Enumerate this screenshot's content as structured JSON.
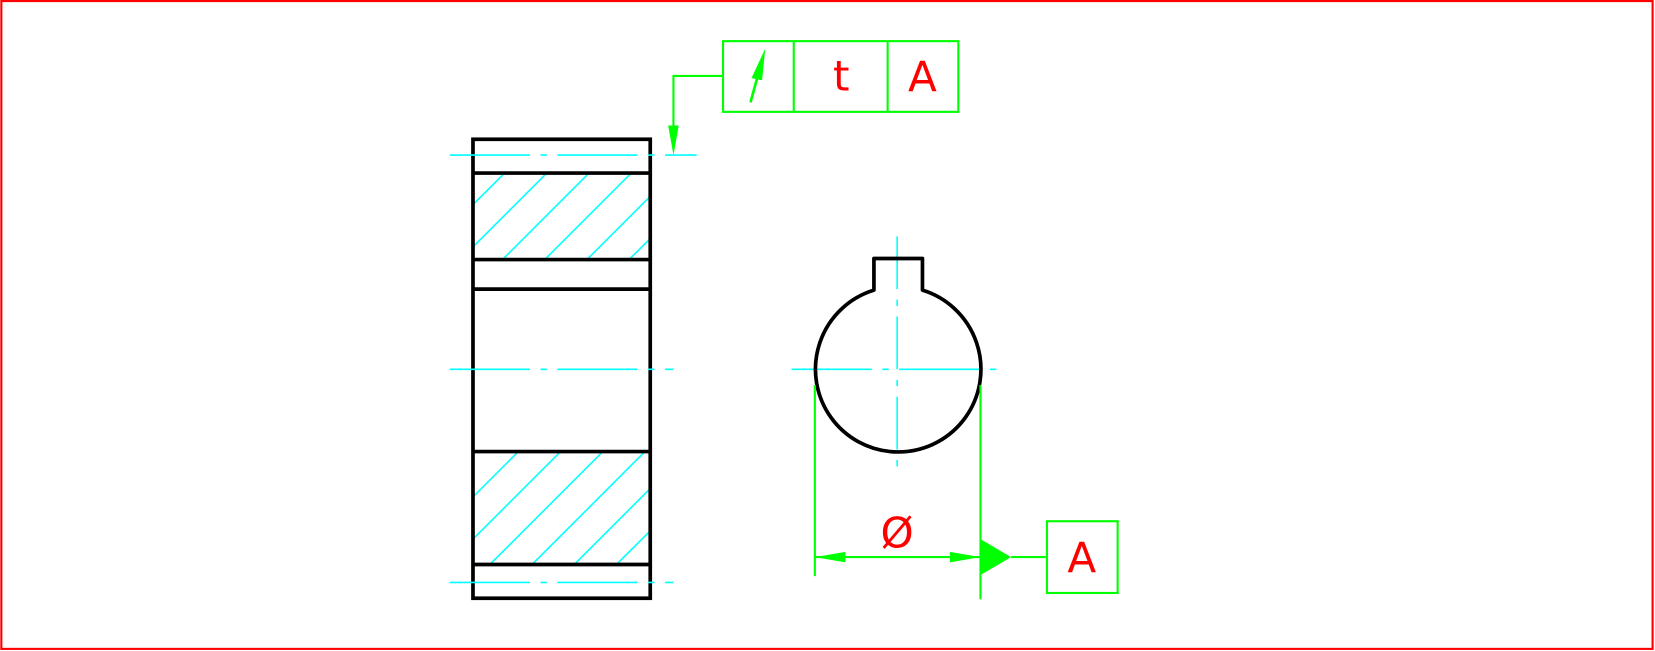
{
  "colors": {
    "border": "#ff0000",
    "outline": "#000000",
    "centerline": "#00ffff",
    "annotation": "#00ff00",
    "text": "#ff0000"
  },
  "feature_control_frame": {
    "symbol": "circular-runout-icon",
    "tolerance": "t",
    "datum": "A"
  },
  "dimension": {
    "symbol": "Ø"
  },
  "datum_feature": {
    "label": "A"
  }
}
